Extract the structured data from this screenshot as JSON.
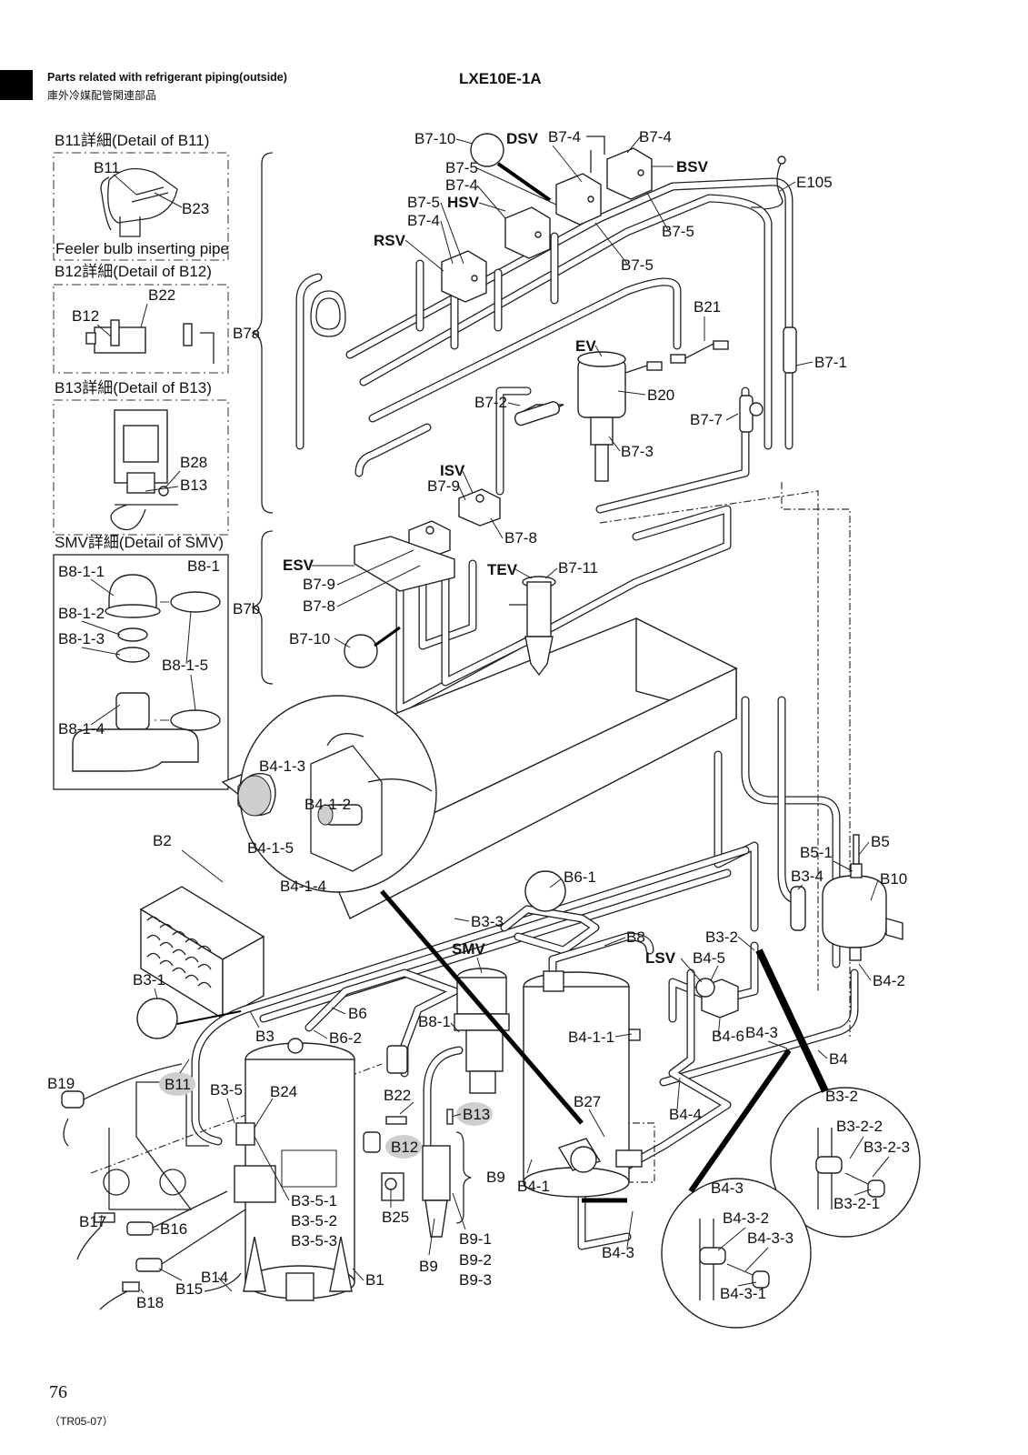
{
  "header": {
    "title": "Parts related with refrigerant piping(outside)",
    "subtitle": "庫外冷媒配管関連部品",
    "model": "LXE10E-1A"
  },
  "footer": {
    "page_number": "76",
    "doc_code": "（TR05-07）"
  },
  "details": {
    "b11": {
      "title": "B11詳細(Detail of B11)",
      "labels": [
        "B11",
        "B23"
      ],
      "caption": "Feeler bulb inserting pipe"
    },
    "b12": {
      "title": "B12詳細(Detail of B12)",
      "labels": [
        "B22",
        "B12"
      ]
    },
    "b13": {
      "title": "B13詳細(Detail of B13)",
      "labels": [
        "B28",
        "B13"
      ]
    },
    "smv": {
      "title": "SMV詳細(Detail of SMV)",
      "labels": [
        "B8-1-1",
        "B8-1",
        "B8-1-2",
        "B8-1-3",
        "B8-1-5",
        "B8-1-4"
      ]
    }
  },
  "groups": {
    "b7a": "B7a",
    "b7b": "B7b"
  },
  "valves": {
    "dsv": "DSV",
    "bsv": "BSV",
    "hsv": "HSV",
    "rsv": "RSV",
    "ev": "EV",
    "isv": "ISV",
    "esv": "ESV",
    "tev": "TEV",
    "smv": "SMV",
    "lsv": "LSV"
  },
  "labels": {
    "b7_10_top": "B7-10",
    "b7_4_a": "B7-4",
    "b7_4_b": "B7-4",
    "b7_5_a": "B7-5",
    "b7_4_c": "B7-4",
    "b7_5_b": "B7-5",
    "b7_4_d": "B7-4",
    "e105": "E105",
    "b7_5_c": "B7-5",
    "b7_5_d": "B7-5",
    "b21": "B21",
    "b7_1": "B7-1",
    "b20": "B20",
    "b7_2": "B7-2",
    "b7_7": "B7-7",
    "b7_3": "B7-3",
    "b7_9_a": "B7-9",
    "b7_8_a": "B7-8",
    "b7_9_b": "B7-9",
    "b7_8_b": "B7-8",
    "b7_11": "B7-11",
    "b7_10_b": "B7-10",
    "b4_1_3": "B4-1-3",
    "b4_1_2": "B4-1-2",
    "b4_1_5": "B4-1-5",
    "b4_1_4": "B4-1-4",
    "b2": "B2",
    "b6_1": "B6-1",
    "b3_3": "B3-3",
    "b8": "B8",
    "b5": "B5",
    "b5_1": "B5-1",
    "b3_4": "B3-4",
    "b10": "B10",
    "b3_2": "B3-2",
    "b4_5": "B4-5",
    "b4_2": "B4-2",
    "b3_1": "B3-1",
    "b3": "B3",
    "b6": "B6",
    "b6_2": "B6-2",
    "b8_1": "B8-1",
    "b4_1_1": "B4-1-1",
    "b4_6": "B4-6",
    "b4_3_a": "B4-3",
    "b4": "B4",
    "b19": "B19",
    "b11": "B11",
    "b3_5": "B3-5",
    "b24": "B24",
    "b22": "B22",
    "b13": "B13",
    "b27": "B27",
    "b4_4": "B4-4",
    "b12": "B12",
    "b9_brace": "B9",
    "b4_1": "B4-1",
    "b25": "B25",
    "b3_5_1": "B3-5-1",
    "b3_5_2": "B3-5-2",
    "b3_5_3": "B3-5-3",
    "b17": "B17",
    "b16": "B16",
    "b15": "B15",
    "b14": "B14",
    "b18": "B18",
    "b1": "B1",
    "b9": "B9",
    "b9_1": "B9-1",
    "b9_2": "B9-2",
    "b9_3": "B9-3",
    "b4_3_b": "B4-3",
    "b3_2_c": "B3-2",
    "b3_2_2": "B3-2-2",
    "b3_2_3": "B3-2-3",
    "b3_2_1": "B3-2-1",
    "b4_3_c": "B4-3",
    "b4_3_2": "B4-3-2",
    "b4_3_3": "B4-3-3",
    "b4_3_1": "B4-3-1"
  }
}
